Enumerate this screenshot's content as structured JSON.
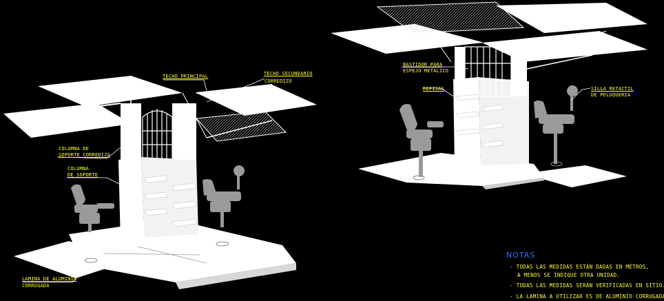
{
  "labels": {
    "techo_principal": "TECHO PRINCIPAL",
    "techo_secundario_1": "TECHO SECUNDARIO",
    "techo_secundario_2": "CORREDIZO",
    "columna_corrediza_1": "COLUMNA DE",
    "columna_corrediza_2": "SOPORTE CORREDIZA",
    "columna_soporte_1": "COLUMNA",
    "columna_soporte_2": "DE SOPORTE",
    "lamina_1": "LAMINA DE ALUMINIO",
    "lamina_2": "CORRUGADA",
    "bastidor_1": "BASTIDOR PARA",
    "bastidor_2": "ESPEJO METALICO",
    "repisas": "REPISAS",
    "silla_1": "SILLA RETACTIL",
    "silla_2": "DE PELUQUERIA"
  },
  "notes": {
    "title": "NOTAS",
    "items": [
      "- TODAS LAS MEDIDAS ESTÁN DADAS EN MÉTROS,",
      "A MENOS SE INDIQUE OTRA UNIDAD.",
      "- TODAS LAS MEDIDAS SERÁN VERIFICADAS EN SITIO.",
      "- LA LAMINA A UTILIZAR ES DE ALUMINIO CORRUGADA"
    ]
  },
  "colors": {
    "background": "#000000",
    "lines": "#ffffff",
    "labels": "#ffff33",
    "notes_title": "#2f6fff",
    "chairs": "#9a9a9a"
  }
}
